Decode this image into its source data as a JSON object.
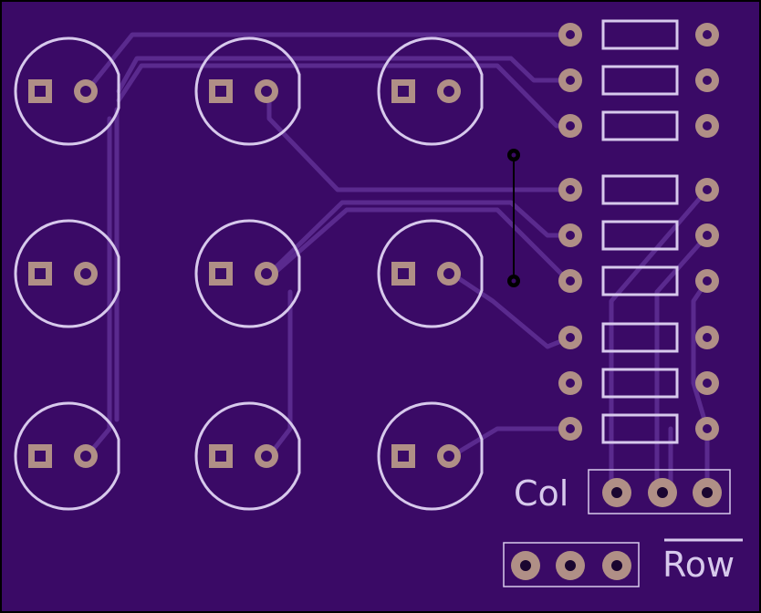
{
  "board": {
    "colors": {
      "substrate": "#3a0a66",
      "edge": "#000000",
      "silk": "#d7c9ec",
      "trace": "#5a2a8e",
      "pad": "#b08f86",
      "pad_hole": "#3a0a66",
      "via": "#000000"
    }
  },
  "labels": {
    "col": "Col",
    "row": "Row"
  },
  "leds": {
    "rows": 3,
    "cols": 3,
    "count": 9
  },
  "resistors": {
    "count": 9
  },
  "headers": {
    "col_pins": 3,
    "row_pins": 3
  }
}
